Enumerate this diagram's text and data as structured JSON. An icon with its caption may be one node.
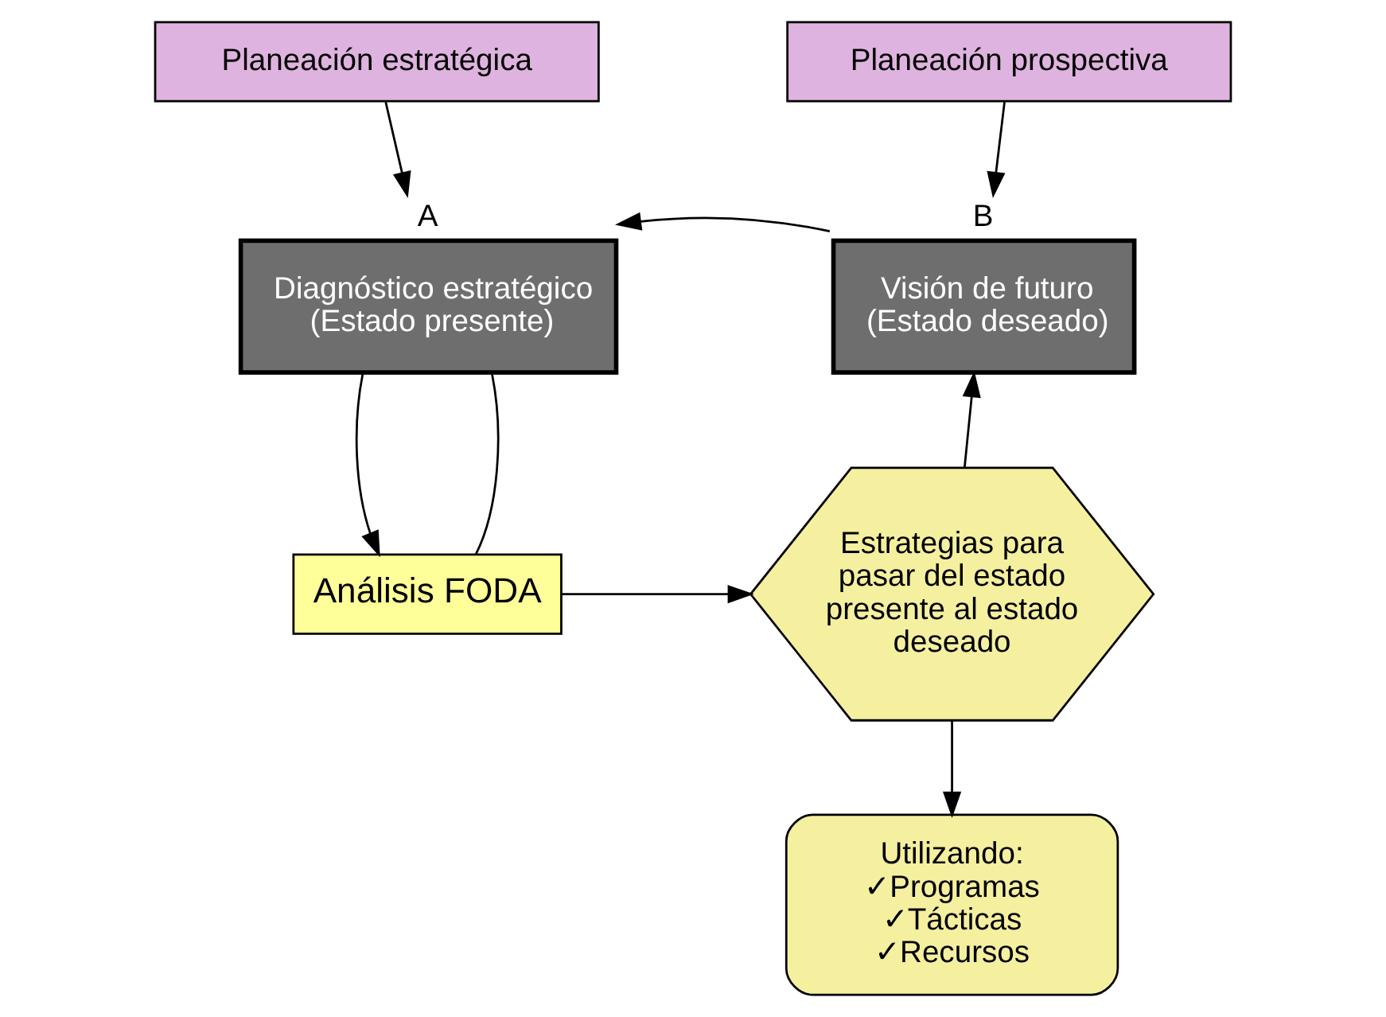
{
  "diagram": {
    "nodes": [
      {
        "text": [
          "Planeación estratégica"
        ]
      },
      {
        "text": [
          "Planeación prospectiva"
        ]
      },
      {
        "text": [
          "Diagnóstico estratégico",
          "(Estado presente)"
        ],
        "beside": [
          "A"
        ]
      },
      {
        "text": [
          "Visión de futuro",
          "(Estado deseado)"
        ],
        "beside": [
          "B"
        ]
      },
      {
        "text": [
          "Análisis FODA"
        ]
      },
      {
        "text": [
          "Estrategias para pasar del estado presente al estado deseado"
        ]
      },
      {
        "text": [
          "Utilizando:",
          "✓Programas",
          "✓Tácticas",
          "✓Recursos"
        ]
      }
    ],
    "edges": [
      {
        "from": 0,
        "to": 2,
        "arrow": "to"
      },
      {
        "from": 1,
        "to": 3,
        "arrow": "to"
      },
      {
        "from": 3,
        "to": 2,
        "arrow": "to"
      },
      {
        "from": 2,
        "to": 4,
        "arrow": "to"
      },
      {
        "from": 2,
        "to": 4,
        "arrow": "none"
      },
      {
        "from": 4,
        "to": 5,
        "arrow": "to"
      },
      {
        "from": 5,
        "to": 3,
        "arrow": "to"
      },
      {
        "from": 5,
        "to": 6,
        "arrow": "to"
      }
    ]
  }
}
